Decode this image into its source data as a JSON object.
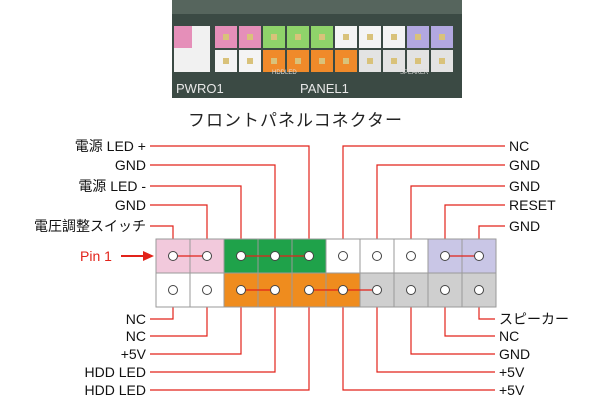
{
  "photo": {
    "silkscreen": [
      "PWRO1",
      "PANEL1"
    ],
    "small_marks": [
      "HDDLED",
      "SPEAKER"
    ]
  },
  "title": "フロントパネルコネクター",
  "pin1_label": "Pin 1",
  "colors": {
    "red_line": "#e2231a",
    "pink": "#f2c9dc",
    "green": "#1fa24a",
    "orange": "#ef8c1e",
    "lavender": "#c9c6e6",
    "gray": "#cfcfcf",
    "white": "#ffffff"
  },
  "top_row_colors": [
    "pink",
    "pink",
    "green",
    "green",
    "green",
    "white",
    "white",
    "white",
    "lavender",
    "lavender"
  ],
  "bottom_row_colors": [
    "white",
    "white",
    "orange",
    "orange",
    "orange",
    "orange",
    "gray",
    "gray",
    "gray",
    "gray"
  ],
  "top_left_labels": [
    "電源 LED +",
    "GND",
    "電源 LED -",
    "GND",
    "電圧調整スイッチ"
  ],
  "top_right_labels": [
    "NC",
    "GND",
    "GND",
    "RESET",
    "GND"
  ],
  "bottom_left_labels": [
    "NC",
    "NC",
    "+5V",
    "HDD LED",
    "HDD LED"
  ],
  "bottom_right_labels": [
    "スピーカー",
    "NC",
    "GND",
    "+5V",
    "+5V"
  ]
}
